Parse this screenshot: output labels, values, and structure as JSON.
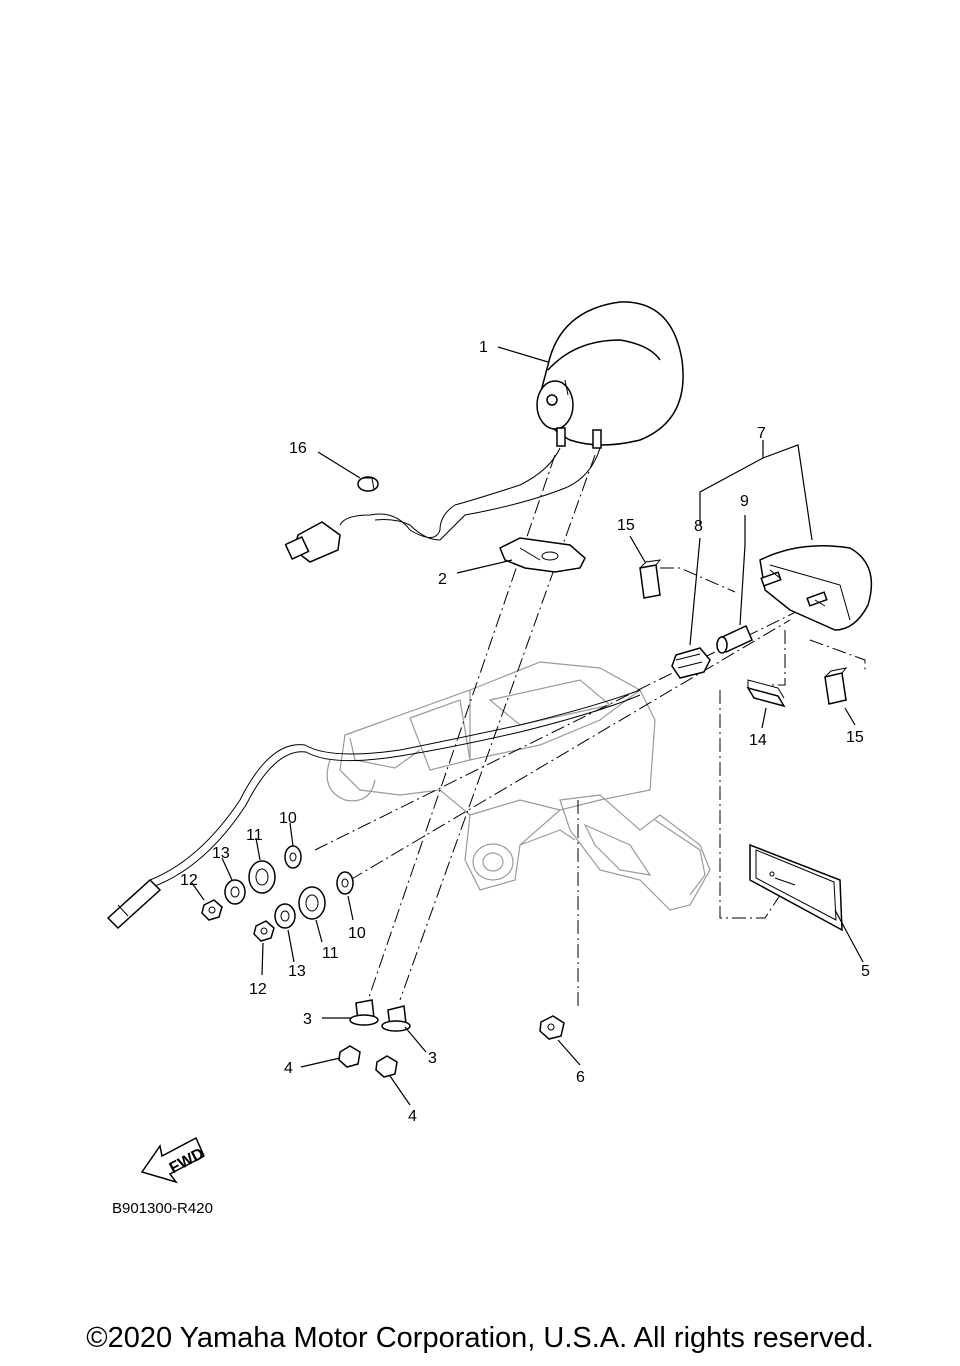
{
  "diagram": {
    "callouts": [
      "1",
      "2",
      "3",
      "3",
      "4",
      "4",
      "5",
      "6",
      "7",
      "8",
      "9",
      "10",
      "10",
      "11",
      "11",
      "12",
      "12",
      "13",
      "13",
      "14",
      "15",
      "15",
      "16"
    ],
    "fwd_arrow": "FWD",
    "drawing_code": "B901300-R420"
  },
  "footer": {
    "copyright": "©2020 Yamaha Motor Corporation, U.S.A. All rights reserved."
  }
}
